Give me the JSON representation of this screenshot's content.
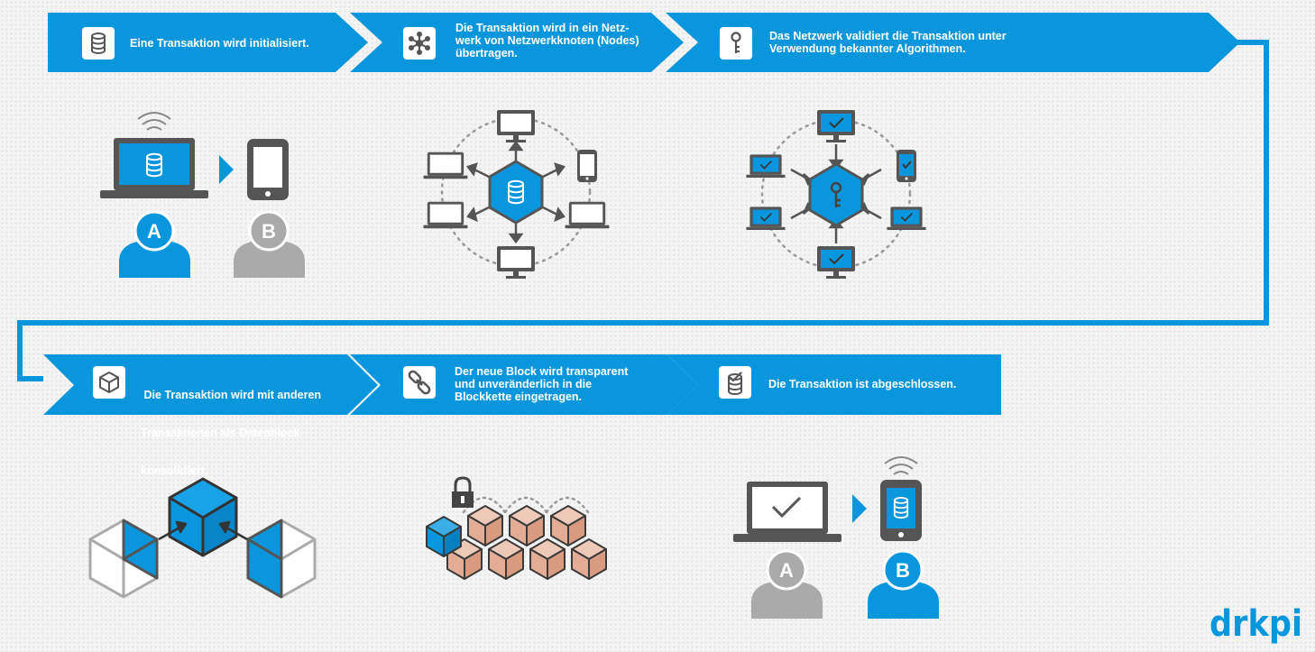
{
  "colors": {
    "accent": "#0a96dc",
    "grey": "#aaaaaa",
    "dark": "#555555",
    "block": "#e7b8a3"
  },
  "steps": [
    {
      "text": "Eine Transaktion wird initialisiert.",
      "icon": "database-icon"
    },
    {
      "text": "Die Transaktion wird in ein Netz-werk von Netzwerkknoten (Nodes) übertragen.",
      "lines": [
        "Die Transaktion wird in ein Netz-",
        "werk von Netzwerkknoten (Nodes)",
        "übertragen."
      ],
      "icon": "network-node-icon"
    },
    {
      "text": "Das Netzwerk validiert die Transaktion unter Verwendung bekannter Algorithmen.",
      "lines": [
        "Das Netzwerk validiert die Transaktion unter",
        "Verwendung bekannter Algorithmen."
      ],
      "icon": "key-icon"
    },
    {
      "text": "Die Transaktion wird mit anderen Transaktionen als Datenblock konsolidiert.",
      "lines": [
        " Die Transaktion wird mit anderen",
        "Transaktionen als Datenblock",
        "konsolidiert."
      ],
      "icon": "cube-icon"
    },
    {
      "text": "Der neue Block wird transparent und unveränderlich in die Blockkette eingetragen.",
      "lines": [
        "Der neue Block wird transparent",
        "und unveränderlich in die",
        "Blockkette eingetragen."
      ],
      "icon": "chain-link-icon"
    },
    {
      "text": "Die Transaktion ist abgeschlossen.",
      "icon": "database-check-icon"
    }
  ],
  "persons": {
    "a": "A",
    "b": "B"
  },
  "logo": "drkpi"
}
